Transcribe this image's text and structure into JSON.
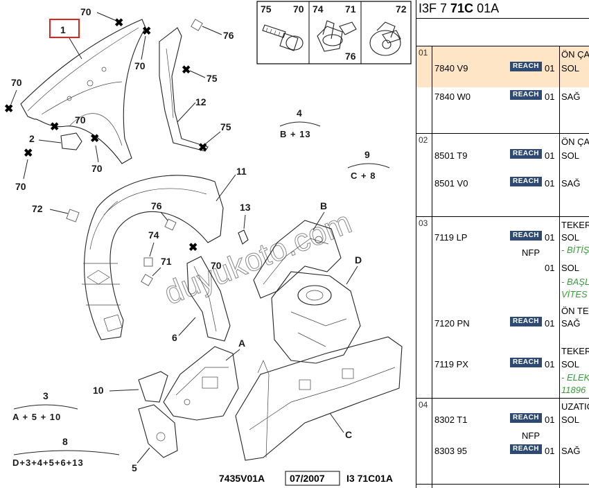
{
  "diagram": {
    "callouts": {
      "fender": "1",
      "bracket": "2",
      "liner": "11",
      "reinforcement": "12",
      "small_bracket": "13",
      "arch_panel": "6",
      "rail_piece": "10",
      "plate": "5",
      "assy_A": "A",
      "assy_B": "B",
      "assy_C": "C",
      "assy_D": "D"
    },
    "fastener_labels": [
      "70",
      "70",
      "70",
      "70",
      "70",
      "70",
      "70",
      "75",
      "75",
      "76",
      "72",
      "74",
      "71",
      "76"
    ],
    "formulas": [
      {
        "num": "4",
        "expr": "B + 13"
      },
      {
        "num": "9",
        "expr": "C + 8"
      },
      {
        "num": "3",
        "expr": "A + 5 + 10"
      },
      {
        "num": "8",
        "expr": "D+3+4+5+6+13"
      }
    ],
    "fastener_box": {
      "headers": [
        "75",
        "70",
        "74",
        "71",
        "72"
      ],
      "extra_label": "76"
    },
    "footer": {
      "drawing_no": "7435V01A",
      "date": "07/2007",
      "ref": "I3 71C01A"
    },
    "watermark": "duyukoto.com"
  },
  "panel": {
    "title_prefix": "I3F 7 ",
    "title_bold": "71C",
    "title_suffix": " 01A",
    "badge": "REACH",
    "colors": {
      "selected": "#fde5c6",
      "reach_badge": "#2e4a73",
      "note": "#3a9b3a"
    },
    "groups": [
      {
        "num": "01",
        "rows": [
          {
            "pn": "7840 V9",
            "reach": true,
            "qty": "01",
            "desc": [
              "ÖN ÇA",
              "SOL"
            ]
          },
          {
            "pn": "7840 W0",
            "reach": true,
            "qty": "01",
            "desc": [
              "SAĞ"
            ]
          }
        ]
      },
      {
        "num": "02",
        "rows": [
          {
            "pn": "8501 T9",
            "reach": true,
            "qty": "01",
            "desc": [
              "ÖN ÇA",
              "SOL"
            ]
          },
          {
            "pn": "8501 V0",
            "reach": true,
            "qty": "01",
            "desc": [
              "SAĞ"
            ]
          }
        ]
      },
      {
        "num": "03",
        "rows": [
          {
            "pn": "7119 LP",
            "reach": true,
            "qty": "01",
            "nfp": "NFP",
            "desc": [
              "TEKER",
              "SOL",
              "- BİTİŞ"
            ]
          },
          {
            "qty": "01",
            "desc": [
              "SOL",
              "- BAŞL",
              "VİTES"
            ]
          },
          {
            "pn": "7120 PN",
            "reach": true,
            "qty": "01",
            "desc": [
              "ÖN TE",
              "SAĞ"
            ]
          },
          {
            "pn": "7119 PX",
            "reach": true,
            "qty": "01",
            "desc": [
              "TEKER",
              "SOL",
              "- ELEK",
              "11896"
            ]
          }
        ]
      },
      {
        "num": "04",
        "rows": [
          {
            "pn": "8302 T1",
            "reach": true,
            "qty": "01",
            "nfp": "NFP",
            "desc": [
              "UZATIC",
              "SOL"
            ]
          },
          {
            "pn": "8303 95",
            "reach": true,
            "qty": "01",
            "desc": [
              "SAĞ"
            ]
          }
        ]
      }
    ]
  }
}
